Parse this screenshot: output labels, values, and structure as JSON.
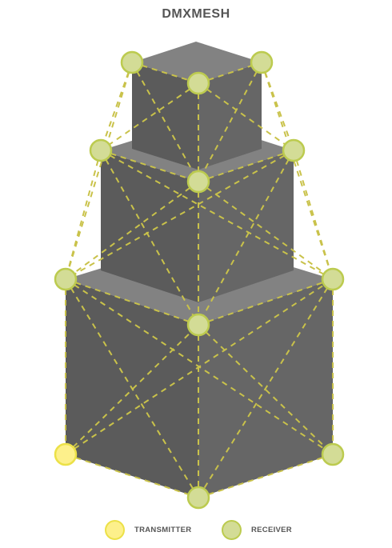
{
  "title": "DMXMESH",
  "colors": {
    "receiver_fill": "#d3dc96",
    "receiver_stroke": "#bccb4f",
    "transmitter_fill": "#fdf08b",
    "transmitter_stroke": "#ece148",
    "mesh_line": "#c9c24a",
    "face_top": "#828282",
    "face_left": "#5b5b5b",
    "face_right": "#666666"
  },
  "legend": {
    "transmitter_label": "TRANSMITTER",
    "receiver_label": "RECEIVER"
  }
}
